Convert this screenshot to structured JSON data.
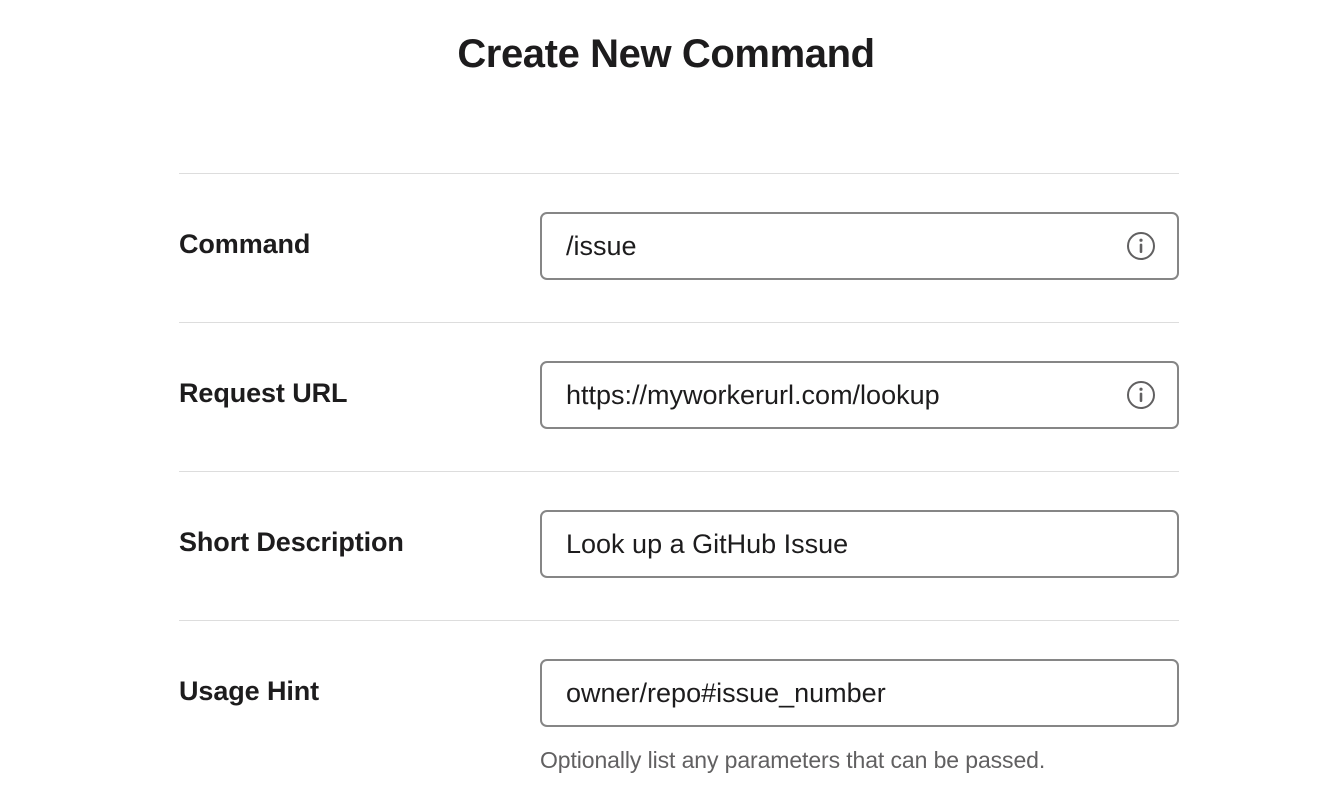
{
  "header": {
    "title": "Create New Command"
  },
  "form": {
    "rows": [
      {
        "label": "Command",
        "value": "/issue",
        "placeholder": "",
        "has_info_icon": true,
        "info_icon_name": "info-circle-icon",
        "helper": ""
      },
      {
        "label": "Request URL",
        "value": "https://myworkerurl.com/lookup",
        "placeholder": "",
        "has_info_icon": true,
        "info_icon_name": "info-circle-icon",
        "helper": ""
      },
      {
        "label": "Short Description",
        "value": "Look up a GitHub Issue",
        "placeholder": "",
        "has_info_icon": false,
        "info_icon_name": "",
        "helper": ""
      },
      {
        "label": "Usage Hint",
        "value": "owner/repo#issue_number",
        "placeholder": "",
        "has_info_icon": false,
        "info_icon_name": "",
        "helper": "Optionally list any parameters that can be passed."
      }
    ]
  },
  "colors": {
    "text_primary": "#1d1c1d",
    "text_muted": "#616061",
    "input_border": "#868686",
    "divider": "#dddddd",
    "background": "#ffffff"
  }
}
